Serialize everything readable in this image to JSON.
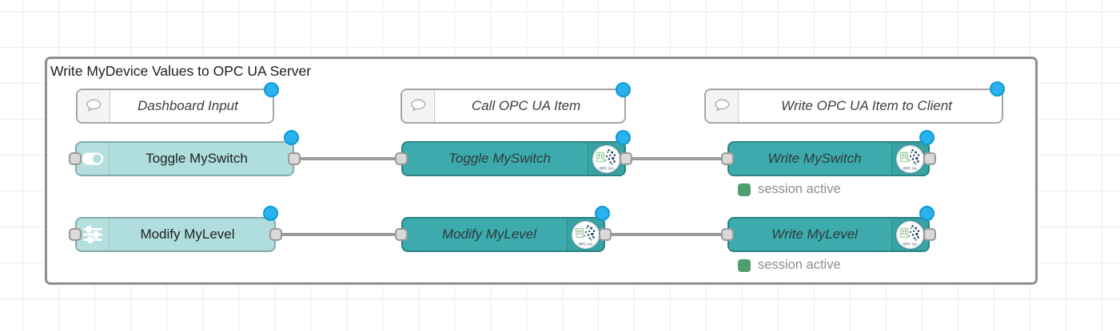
{
  "editor": {
    "group_title": "Write MyDevice Values to OPC UA Server",
    "opcua_badge_text": "OPC UA"
  },
  "comments": [
    {
      "label": "Dashboard Input",
      "icon": "comment-bubble-icon"
    },
    {
      "label": "Call OPC UA Item",
      "icon": "comment-bubble-icon"
    },
    {
      "label": "Write OPC UA Item to Client",
      "icon": "comment-bubble-icon"
    }
  ],
  "nodes": {
    "toggle_dashboard": {
      "label": "Toggle MySwitch",
      "icon": "toggle-switch-icon"
    },
    "toggle_call": {
      "label": "Toggle MySwitch",
      "icon": "opcua-logo-icon"
    },
    "write_switch": {
      "label": "Write MySwitch",
      "icon": "opcua-logo-icon",
      "status": "session active"
    },
    "level_dashboard": {
      "label": "Modify MyLevel",
      "icon": "sliders-icon"
    },
    "level_call": {
      "label": "Modify MyLevel",
      "icon": "opcua-logo-icon"
    },
    "write_level": {
      "label": "Write MyLevel",
      "icon": "opcua-logo-icon",
      "status": "session active"
    }
  },
  "colors": {
    "dashboard_node_fill": "#b0dddd",
    "opcua_node_fill": "#3dabad",
    "comment_fill": "#ffffff",
    "changed_dot_blue": "#29b2ee",
    "status_ok_green": "#4f9f70",
    "wire_gray": "#999999",
    "group_border": "#8f8f8f",
    "grid_line": "#ececec"
  }
}
